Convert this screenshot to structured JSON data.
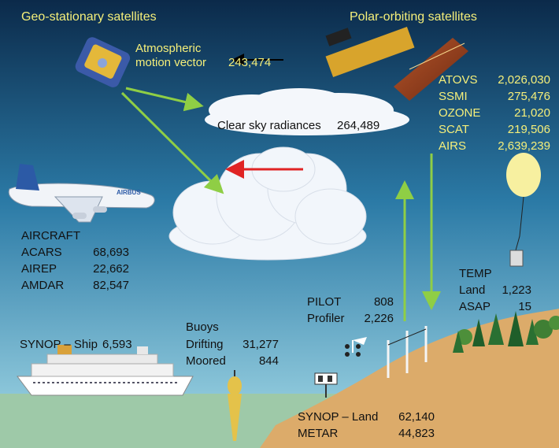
{
  "geo": {
    "title": "Geo-stationary satellites",
    "amv_label_line1": "Atmospheric",
    "amv_label_line2": "motion vector",
    "amv_value": "243,474"
  },
  "polar": {
    "title": "Polar-orbiting satellites",
    "items": [
      {
        "name": "ATOVS",
        "value": "2,026,030"
      },
      {
        "name": "SSMI",
        "value": "275,476"
      },
      {
        "name": "OZONE",
        "value": "21,020"
      },
      {
        "name": "SCAT",
        "value": "219,506"
      },
      {
        "name": "AIRS",
        "value": "2,639,239"
      }
    ]
  },
  "clear_sky": {
    "label": "Clear sky radiances",
    "value": "264,489"
  },
  "aircraft": {
    "title": "AIRCRAFT",
    "airline_text": "AIRBUS",
    "items": [
      {
        "name": "ACARS",
        "value": "68,693"
      },
      {
        "name": "AIREP",
        "value": "22,662"
      },
      {
        "name": "AMDAR",
        "value": "82,547"
      }
    ]
  },
  "temp": {
    "title": "TEMP",
    "items": [
      {
        "name": "Land",
        "value": "1,223"
      },
      {
        "name": "ASAP",
        "value": "15"
      }
    ]
  },
  "pilot": {
    "items": [
      {
        "name": "PILOT",
        "value": "808"
      },
      {
        "name": "Profiler",
        "value": "2,226"
      }
    ]
  },
  "buoys": {
    "title": "Buoys",
    "items": [
      {
        "name": "Drifting",
        "value": "31,277"
      },
      {
        "name": "Moored",
        "value": "844"
      }
    ]
  },
  "synop_ship": {
    "label": "SYNOP – Ship",
    "value": "6,593"
  },
  "synop_land": {
    "items": [
      {
        "name": "SYNOP – Land",
        "value": "62,140"
      },
      {
        "name": "METAR",
        "value": "44,823"
      }
    ]
  },
  "colors": {
    "sky_top": "#0b2a4a",
    "sky_bottom": "#8fd3e6",
    "yellow_text": "#f5ef7a",
    "green_arrow": "#8fce45",
    "red_arrow": "#e02424",
    "sea": "#9ec9a8",
    "land": "#dcab6a"
  }
}
